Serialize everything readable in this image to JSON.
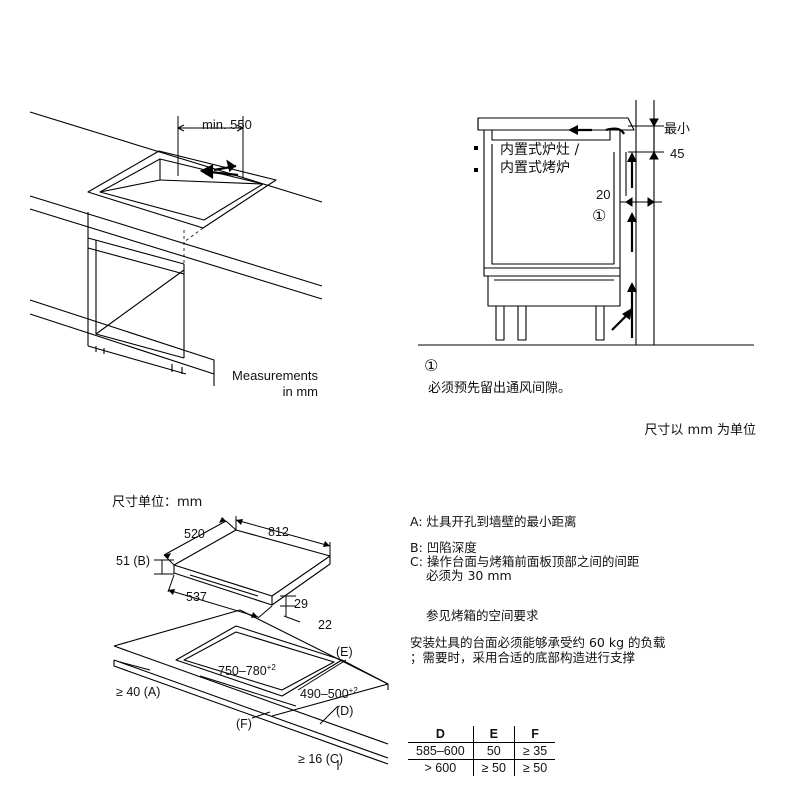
{
  "top_left": {
    "min_width": "min. 550",
    "measurements_line1": "Measurements",
    "measurements_line2": "in mm"
  },
  "top_right": {
    "label_min": "最小",
    "label_45": "45",
    "label_20": "20",
    "marker_1": "①",
    "appliance_line1": "内置式炉灶 /",
    "appliance_line2": "内置式烤炉",
    "note_marker": "①",
    "note_text": "必须预先留出通风间隙。",
    "unit_note": "尺寸以 mm 为单位"
  },
  "bottom_left": {
    "unit_label": "尺寸单位：mm",
    "dim_520": "520",
    "dim_812": "812",
    "dim_51b": "51 (B)",
    "dim_537": "537",
    "dim_29": "29",
    "dim_22": "22",
    "cutout_width": "750–780",
    "cutout_width_tol": "+2",
    "cutout_depth": "490–500",
    "cutout_depth_tol": "+2",
    "label_e": "(E)",
    "label_d": "(D)",
    "label_a": "≥ 40 (A)",
    "label_f": "(F)",
    "label_c": "≥ 16 (C)"
  },
  "legend": {
    "a": "A: 灶具开孔到墙壁的最小距离",
    "b": "B: 凹陷深度",
    "c1": "C: 操作台面与烤箱前面板顶部之间的间距",
    "c2": "必须为 30 mm",
    "see_oven": "参见烤箱的空间要求",
    "load1": "安装灶具的台面必须能够承受约 60 kg 的负载",
    "load2": "；需要时，采用合适的底部构造进行支撑"
  },
  "spec_table": {
    "headers": [
      "D",
      "E",
      "F"
    ],
    "rows": [
      [
        "585–600",
        "50",
        "≥ 35"
      ],
      [
        "> 600",
        "≥ 50",
        "≥ 50"
      ]
    ]
  }
}
